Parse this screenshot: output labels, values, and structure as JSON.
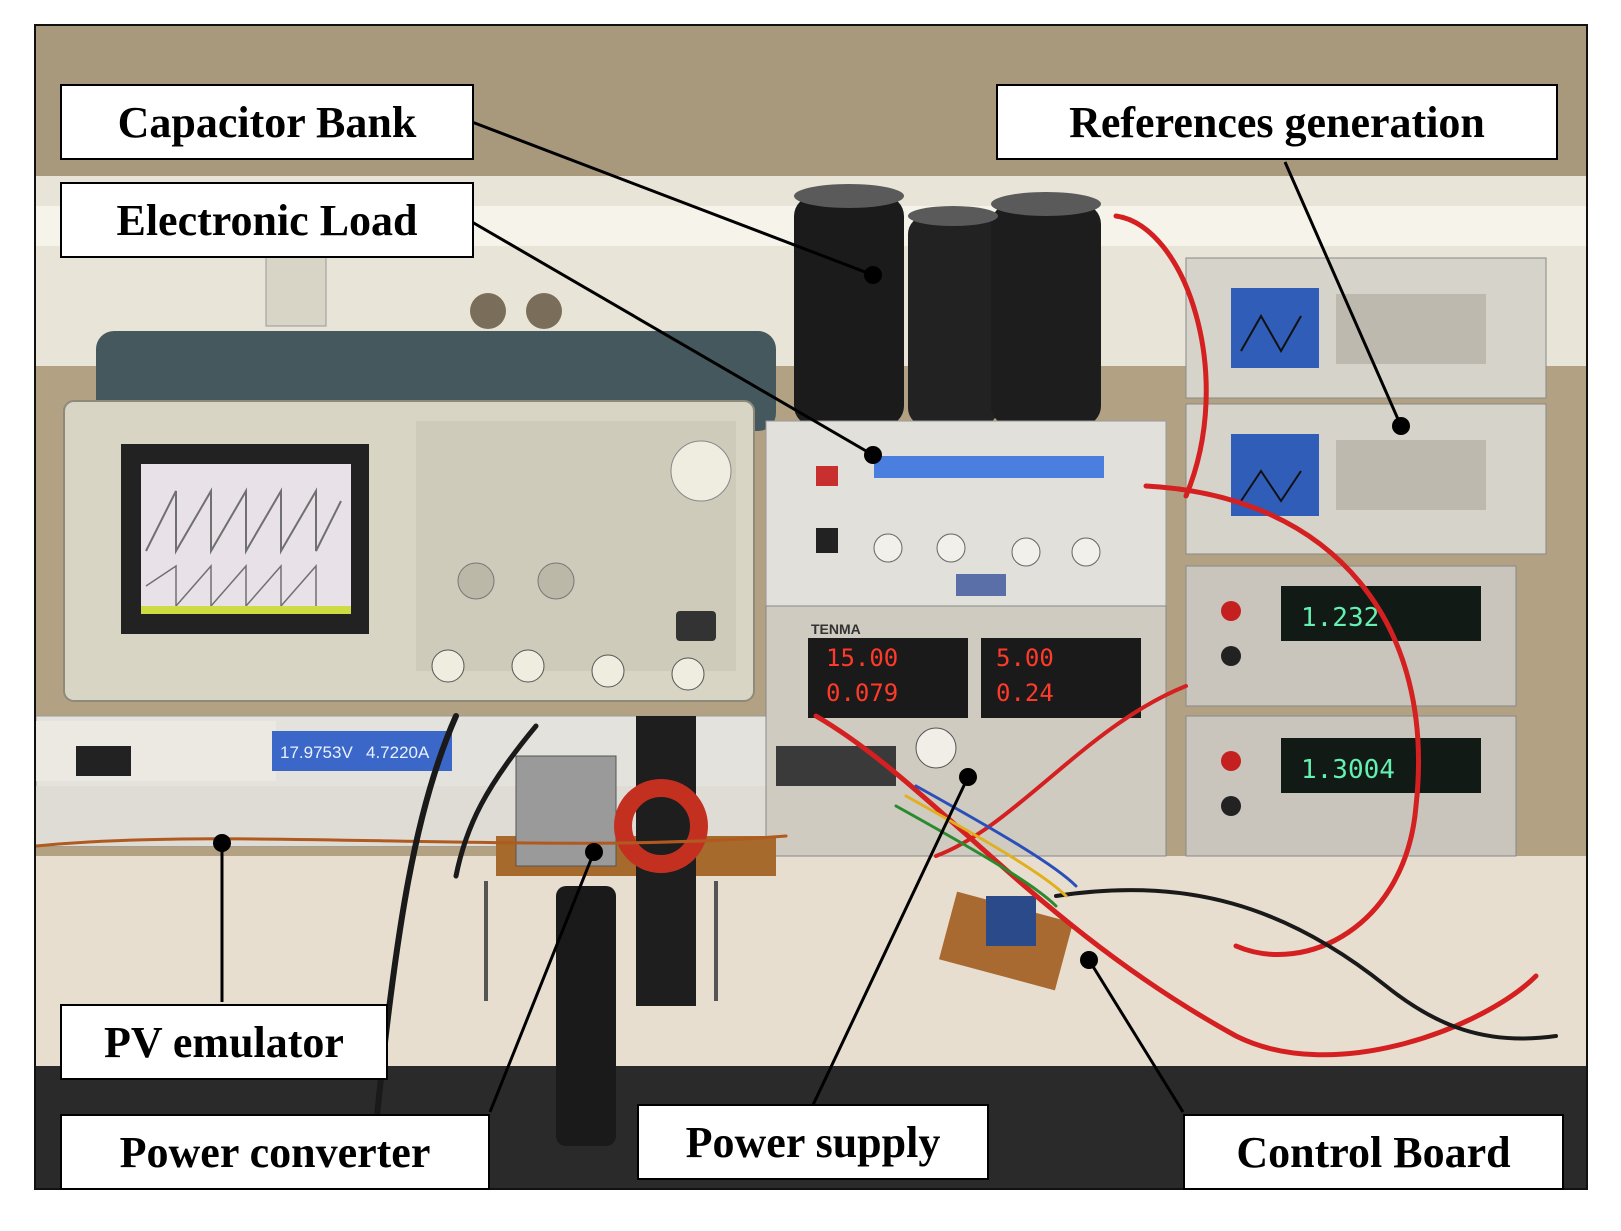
{
  "figure": {
    "labels": {
      "capacitor_bank": "Capacitor Bank",
      "electronic_load": "Electronic Load",
      "references_generation": "References generation",
      "pv_emulator": "PV emulator",
      "power_converter": "Power converter",
      "power_supply": "Power supply",
      "control_board": "Control Board"
    },
    "instrument_readouts": {
      "pv_emulator_voltage": "17.9753V",
      "pv_emulator_current": "4.7220A",
      "power_supply_ch1_voltage": "15.00",
      "power_supply_ch1_current": "0.079",
      "power_supply_ch2_voltage": "5.00",
      "power_supply_ch2_current": "0.24",
      "multimeter_top": "1.232",
      "multimeter_bottom": "1.3004",
      "power_supply_brand": "TENMA"
    },
    "colors": {
      "label_background": "#ffffff",
      "label_border": "#000000",
      "leader_line": "#000000",
      "cable_red": "#d42020",
      "led_red": "#ff3a2a",
      "vfd_blue": "#4a7fe0",
      "lcd_green": "#64f0b0",
      "wall": "#b7a98d",
      "bench": "#e6ddc8"
    }
  }
}
